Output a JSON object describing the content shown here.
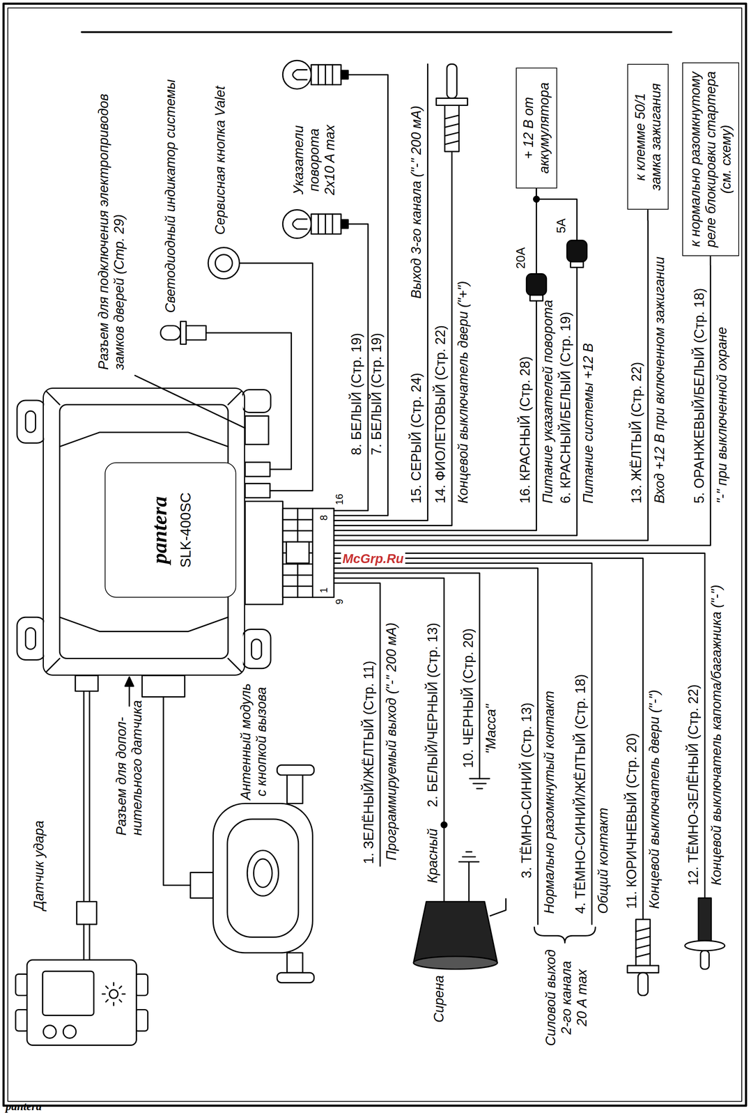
{
  "diagram": {
    "nodes": [
      {
        "text": [
          "pantera",
          "SLK-400SC"
        ]
      },
      {
        "text": [
          "+ 12 В от аккумулятора"
        ]
      },
      {
        "text": [
          "к клемме 50/1 замка зажигания"
        ]
      },
      {
        "text": [
          "к нормально разомкнутому реле блокировки стартера (см. схему)"
        ]
      }
    ],
    "edges": [
      {
        "from": 0,
        "to": 1,
        "arrow": "none"
      },
      {
        "from": 0,
        "to": 1,
        "arrow": "none"
      },
      {
        "from": 0,
        "to": 2,
        "arrow": "none"
      },
      {
        "from": 0,
        "to": 3,
        "arrow": "none"
      }
    ],
    "labels": [
      "Разъем для подключения электроприводов замков дверей (Стр. 29)",
      "Светодиодный индикатор системы",
      "Сервисная кнопка Valet",
      "Указатели поворота 2x10 A max",
      "Выход 3-го канала (\"-\" 200 мА)",
      "8. БЕЛЫЙ (Стр. 19)",
      "7. БЕЛЫЙ (Стр. 19)",
      "15. СЕРЫЙ (Стр. 24)",
      "14. ФИОЛЕТОВЫЙ (Стр. 22)",
      "Концевой выключатель двери (\"+\")",
      "20A",
      "5A",
      "16. КРАСНЫЙ (Стр. 28)",
      "Питание указателей поворота",
      "6. КРАСНЫЙ/БЕЛЫЙ (Стр. 19)",
      "Питание системы +12 В",
      "13. ЖЁЛТЫЙ (Стр. 22)",
      "Вход +12 В при включенном зажигании",
      "5. ОРАНЖЕВЫЙ/БЕЛЫЙ (Стр. 18)",
      "\"-\" при выключенной охране",
      "16",
      "8",
      "1",
      "9",
      "Датчик удара",
      "Разъем для допол- нительного датчика",
      "Антенный модуль с кнопкой вызова",
      "1. ЗЕЛЁНЫЙ/ЖЁЛТЫЙ (Стр. 11)",
      "Программируемый выход (\"-\" 200 мА)",
      "Красный",
      "2. БЕЛЫЙ/ЧЕРНЫЙ (Стр. 13)",
      "Сирена",
      "10. ЧЕРНЫЙ (Стр. 20)",
      "\"Масса\"",
      "3. ТЁМНО-СИНИЙ (Стр. 13)",
      "Нормально разомкнутый контакт",
      "4. ТЁМНО-СИНИЙ/ЖЁЛТЫЙ (Стр. 18)",
      "Общий контакт",
      "Силовой выход 2-го канала 20 А max",
      "11. КОРИЧНЕВЫЙ (Стр. 20)",
      "Концевой выключатель двери (\"-\")",
      "12. ТЁМНО-ЗЕЛЁНЫЙ (Стр. 22)",
      "Концевой выключатель капота/багажника (\"-\")",
      "McGrp.Ru",
      "pantera"
    ]
  }
}
